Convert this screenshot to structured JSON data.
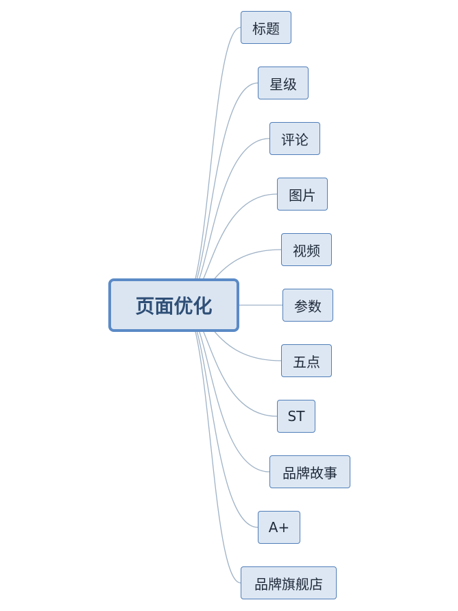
{
  "root": {
    "label": "页面优化"
  },
  "children": [
    {
      "label": "标题"
    },
    {
      "label": "星级"
    },
    {
      "label": "评论"
    },
    {
      "label": "图片"
    },
    {
      "label": "视频"
    },
    {
      "label": "参数"
    },
    {
      "label": "五点"
    },
    {
      "label": "ST"
    },
    {
      "label": "品牌故事"
    },
    {
      "label": "A+"
    },
    {
      "label": "品牌旗舰店"
    }
  ],
  "colors": {
    "root_fill": "#dbe5f1",
    "root_border": "#5b8ac6",
    "child_fill": "#dde7f3",
    "child_border": "#4f7db8",
    "connector": "#9fb2c6"
  }
}
